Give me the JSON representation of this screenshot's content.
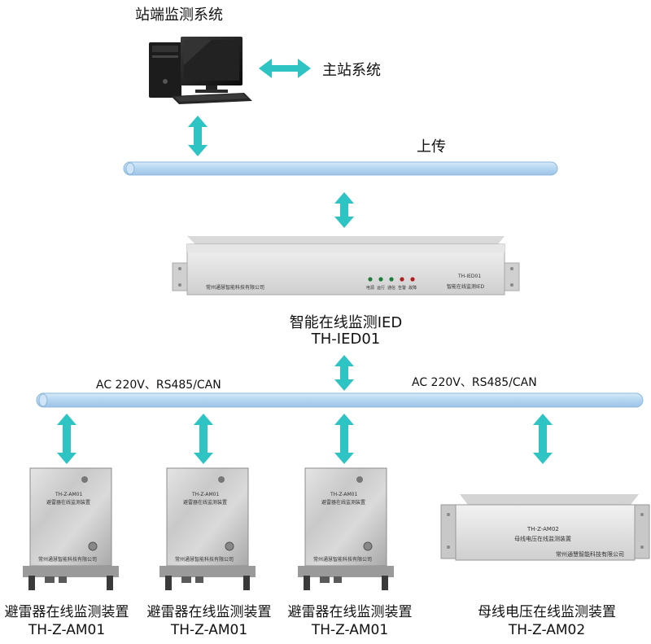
{
  "station_system": "站端监测系统",
  "master_station": "主站系统",
  "upload": "上传",
  "ied": {
    "name": "智能在线监测IED",
    "model": "TH-IED01",
    "panel_model": "TH-IED01",
    "panel_title": "智能在线监测IED",
    "manufacturer": "常州通慧智能科技有限公司",
    "leds": [
      "电源",
      "运行",
      "通信",
      "告警",
      "故障"
    ]
  },
  "bus_left_label": "AC 220V、RS485/CAN",
  "bus_right_label": "AC 220V、RS485/CAN",
  "devices": [
    {
      "name": "避雷器在线监测装置",
      "model": "TH-Z-AM01",
      "plate_model": "TH-Z-AM01",
      "plate_title": "避雷器在线监测装置",
      "manufacturer": "常州通慧智能科技有限公司"
    },
    {
      "name": "避雷器在线监测装置",
      "model": "TH-Z-AM01",
      "plate_model": "TH-Z-AM01",
      "plate_title": "避雷器在线监测装置",
      "manufacturer": "常州通慧智能科技有限公司"
    },
    {
      "name": "避雷器在线监测装置",
      "model": "TH-Z-AM01",
      "plate_model": "TH-Z-AM01",
      "plate_title": "避雷器在线监测装置",
      "manufacturer": "常州通慧智能科技有限公司"
    },
    {
      "name": "母线电压在线监测装置",
      "model": "TH-Z-AM02",
      "plate_model": "TH-Z-AM02",
      "plate_title": "母线电压在线监测装置",
      "manufacturer": "常州通慧智能科技有限公司"
    }
  ],
  "colors": {
    "arrow": "#2ec4c4",
    "bus": "#b9d9f2",
    "bus_stroke": "#8fb8dc"
  }
}
